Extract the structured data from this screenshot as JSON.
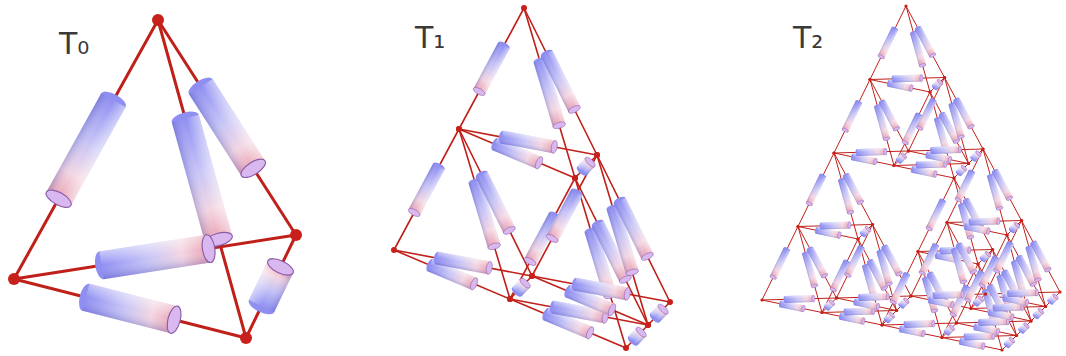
{
  "diagram": {
    "labels": [
      "T₀",
      "T₁",
      "T₂"
    ]
  }
}
